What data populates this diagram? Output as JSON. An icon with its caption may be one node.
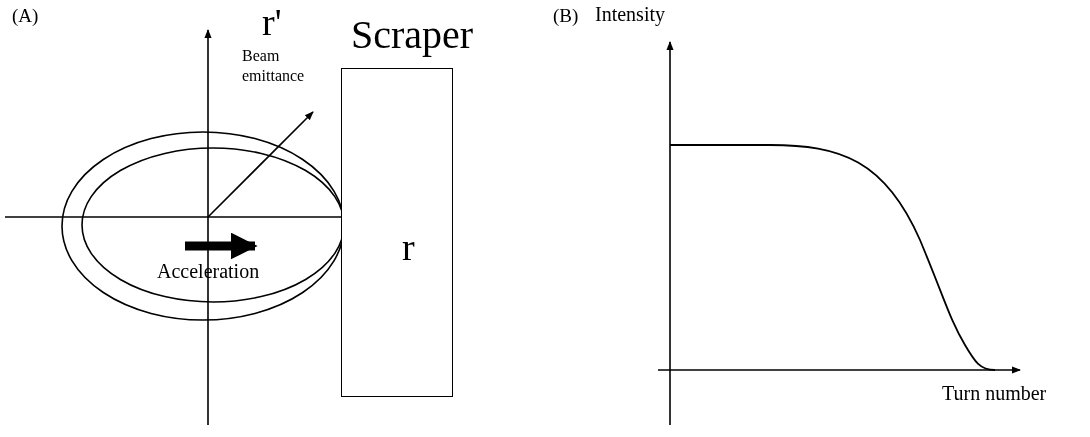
{
  "diagram": {
    "nodes": [
      {
        "text": [
          "Scraper"
        ]
      }
    ],
    "labels": [
      "(A)",
      "r'",
      "Beam emittance",
      "Acceleration",
      "r",
      "(B)",
      "Intensity",
      "Turn number"
    ]
  }
}
